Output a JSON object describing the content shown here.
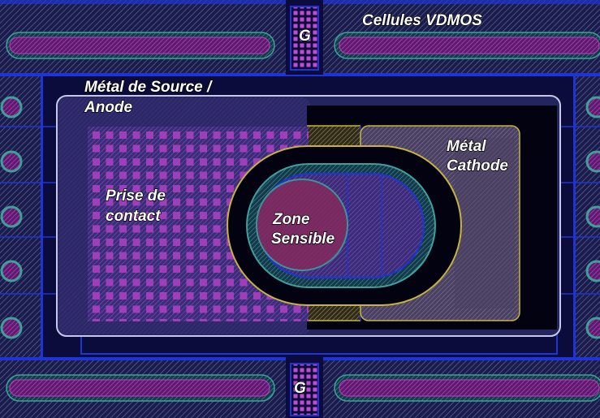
{
  "labels": {
    "cells": "Cellules VDMOS",
    "gate_top": "G",
    "gate_bottom": "G",
    "source_line1": "Métal de Source /",
    "source_line2": "Anode",
    "cathode_line1": "Métal",
    "cathode_line2": "Cathode",
    "contact_line1": "Prise de",
    "contact_line2": "contact",
    "zone_line1": "Zone",
    "zone_line2": "Sensible"
  },
  "colors": {
    "background": "#0b0c3c",
    "blue_line": "#1e34d6",
    "magenta": "#c03cc8",
    "teal": "#3fa09a",
    "yellow": "#c8b43c",
    "source_outline": "#c8c8e6",
    "cathode_fill": "#6a5a7a",
    "zone_fill": "#8a2858"
  }
}
